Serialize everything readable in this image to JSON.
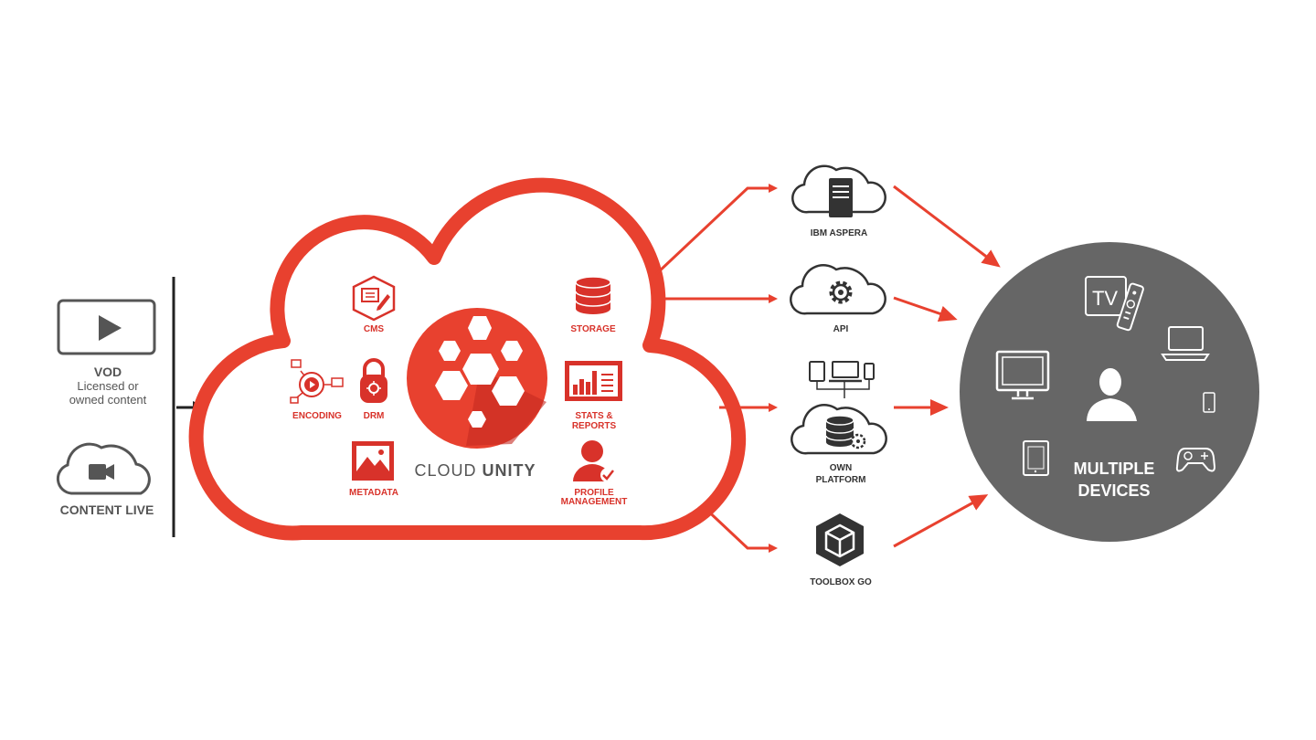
{
  "inputs": {
    "vod": {
      "title": "VOD",
      "sub1": "Licensed or",
      "sub2": "owned content"
    },
    "live": {
      "title": "CONTENT LIVE"
    }
  },
  "cloud": {
    "brand_light": "CLOUD",
    "brand_bold": "UNITY",
    "modules": {
      "cms": "CMS",
      "encoding": "ENCODING",
      "drm": "DRM",
      "metadata": "METADATA",
      "storage": "STORAGE",
      "stats_line1": "STATS &",
      "stats_line2": "REPORTS",
      "profile_line1": "PROFILE",
      "profile_line2": "MANAGEMENT"
    }
  },
  "outputs": {
    "aspera": "IBM ASPERA",
    "api": "API",
    "own_line1": "OWN",
    "own_line2": "PLATFORM",
    "toolbox": "TOOLBOX GO"
  },
  "devices": {
    "tv_text": "TV",
    "title_line1": "MULTIPLE",
    "title_line2": "DEVICES"
  },
  "colors": {
    "accent_red": "#e8412f",
    "label_red": "#d8322a",
    "devices_circle": "#666666",
    "icon_dark": "#333333",
    "input_grey": "#555555"
  }
}
